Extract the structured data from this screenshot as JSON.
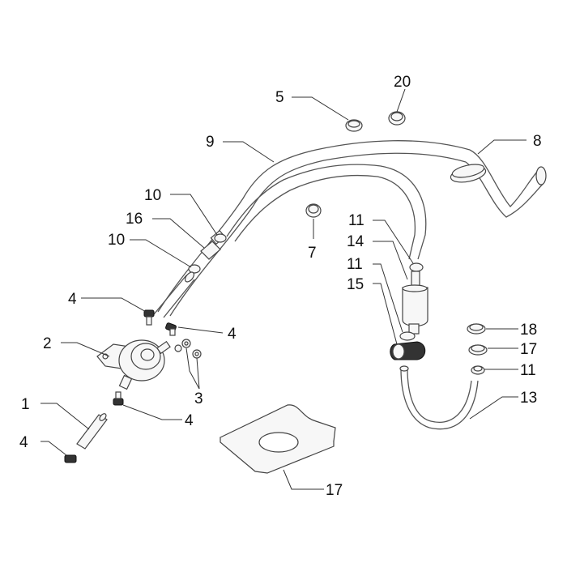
{
  "diagram": {
    "callouts": [
      {
        "id": "c1",
        "label": "1"
      },
      {
        "id": "c2",
        "label": "2"
      },
      {
        "id": "c3",
        "label": "3"
      },
      {
        "id": "c4a",
        "label": "4"
      },
      {
        "id": "c4b",
        "label": "4"
      },
      {
        "id": "c4c",
        "label": "4"
      },
      {
        "id": "c4d",
        "label": "4"
      },
      {
        "id": "c5",
        "label": "5"
      },
      {
        "id": "c7",
        "label": "7"
      },
      {
        "id": "c8",
        "label": "8"
      },
      {
        "id": "c9",
        "label": "9"
      },
      {
        "id": "c10a",
        "label": "10"
      },
      {
        "id": "c10b",
        "label": "10"
      },
      {
        "id": "c11a",
        "label": "11"
      },
      {
        "id": "c11b",
        "label": "11"
      },
      {
        "id": "c11c",
        "label": "11"
      },
      {
        "id": "c13",
        "label": "13"
      },
      {
        "id": "c14",
        "label": "14"
      },
      {
        "id": "c15",
        "label": "15"
      },
      {
        "id": "c16",
        "label": "16"
      },
      {
        "id": "c17a",
        "label": "17"
      },
      {
        "id": "c17b",
        "label": "17"
      },
      {
        "id": "c18",
        "label": "18"
      },
      {
        "id": "c20",
        "label": "20"
      }
    ]
  }
}
